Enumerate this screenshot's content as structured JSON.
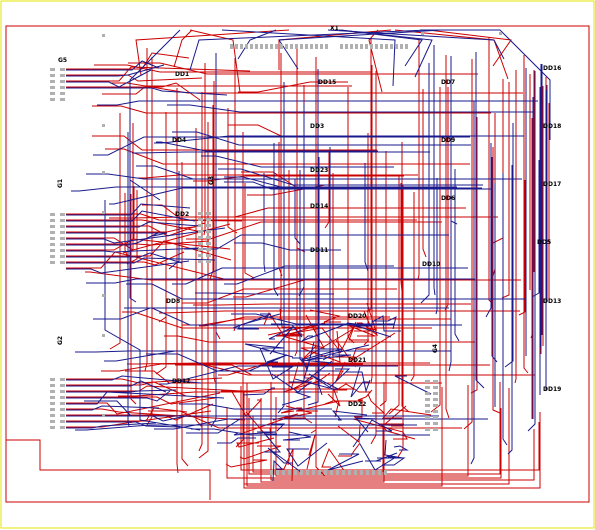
{
  "board": {
    "colors": {
      "outline_outer": "#e6e600",
      "outline_inner": "#cc0000",
      "trace_top": "#cc0000",
      "trace_bottom": "#1a1a8c",
      "pad": "#b0b0b0"
    },
    "labels": {
      "g5": "G5",
      "dd1": "DD1",
      "dd15": "DD15",
      "dd7": "DD7",
      "dd16": "DD16",
      "dd4": "DD4",
      "dd3": "DD3",
      "dd9": "DD9",
      "dd18": "DD18",
      "dd23": "DD23",
      "dd17": "DD17",
      "dd6": "DD6",
      "dd14": "DD14",
      "dd2": "DD2",
      "dd5": "DD5",
      "dd11": "DD11",
      "dd10": "DD10",
      "dd13": "DD13",
      "dd8": "DD8",
      "dd20": "DD20",
      "dd12": "DD12",
      "dd21": "DD21",
      "dd19": "DD19",
      "dd22": "DD22",
      "g1": "G1",
      "g2": "G2",
      "g3": "G3",
      "g4": "G4",
      "x1": "X1"
    }
  }
}
